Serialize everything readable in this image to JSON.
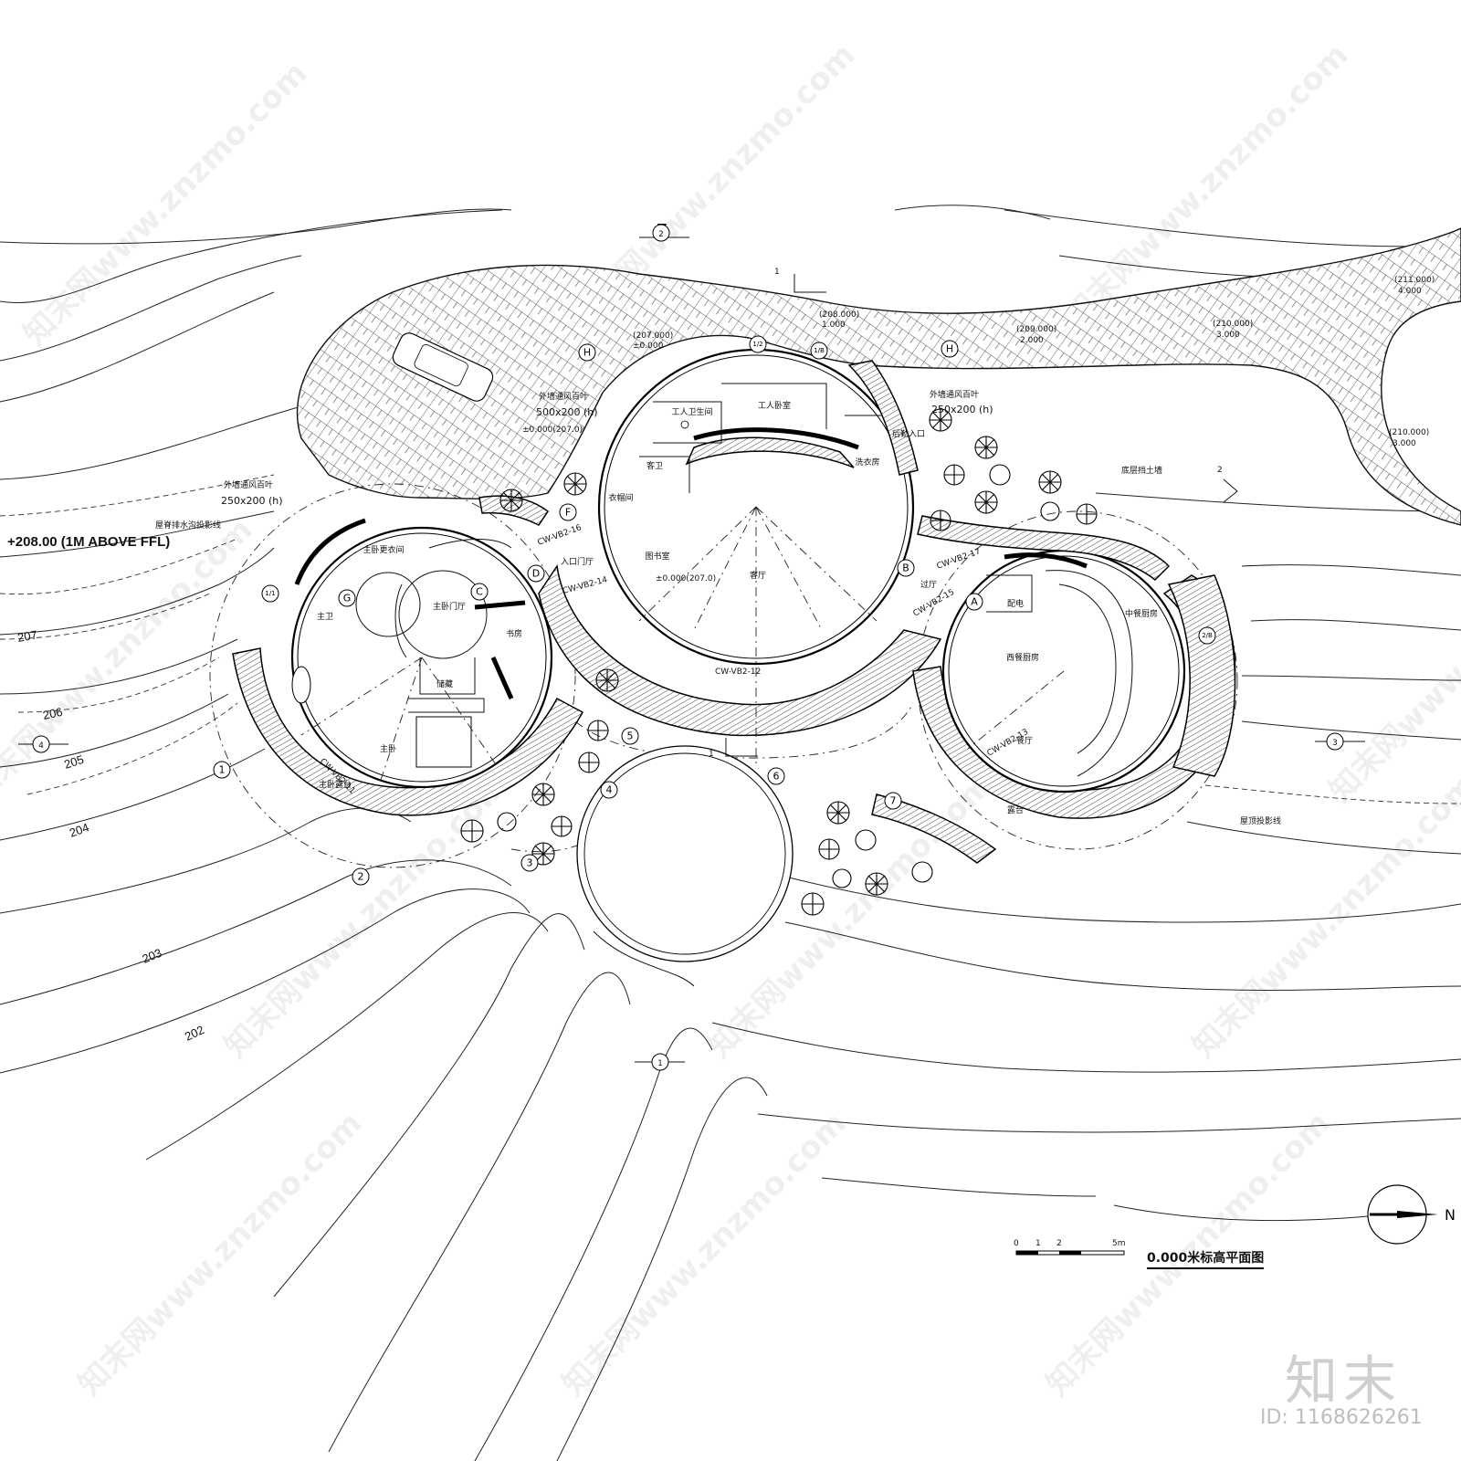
{
  "drawing": {
    "title": "0.000米标高平面图",
    "elevation_note": "+208.00 (1M ABOVE FFL)",
    "scale_bar": {
      "ticks": [
        "0",
        "1",
        "2",
        "5m"
      ]
    },
    "north_arrow_label": "N"
  },
  "brand": {
    "mark": "知末",
    "id_label": "ID: 1168626261",
    "watermark": "知末网www.znzmo.com"
  },
  "contour_labels": [
    "207",
    "206",
    "205",
    "204",
    "203",
    "202"
  ],
  "rooms": {
    "master_dressing": "主卧更衣间",
    "master_bath": "主卫",
    "master_foyer": "主卧门厅",
    "study": "书房",
    "storage": "储藏",
    "master_bedroom": "主卧",
    "master_terrace": "主卧露台",
    "entrance_hall": "入口门厅",
    "library": "图书室",
    "living": "客厅",
    "staff_bath": "工人卫生间",
    "staff_bedroom": "工人卧室",
    "guest_wc": "客卫",
    "cloakroom": "衣帽间",
    "laundry": "洗衣房",
    "back_entry": "后勤入口",
    "corridor": "过厅",
    "pantry": "配电",
    "western_kitchen": "西餐厨房",
    "chinese_kitchen": "中餐厨房",
    "dining": "餐厅",
    "terrace": "露台"
  },
  "annotations": {
    "vent_large": "外墙通风百叶",
    "vent_large_size": "500x200 (h)",
    "vent_right": "外墙通风百叶",
    "vent_right_size": "250x200 (h)",
    "vent_left": "外墙通风百叶",
    "vent_left_size": "250x200 (h)",
    "roof_drain": "屋脊排水沟投影线",
    "retaining_wall": "底层挡土墙",
    "roof_projection": "屋顶投影线",
    "ffl_center": "±0.000(207.0)",
    "ffl_left": "±0.000(207.0)",
    "spot_1": "(207.000)",
    "spot_1b": "±0.000",
    "spot_2": "(208.000)",
    "spot_2b": "1.000",
    "spot_3": "(209.000)",
    "spot_3b": "2.000",
    "spot_4": "(210.000)",
    "spot_4b": "3.000",
    "spot_5": "(211.000)",
    "spot_5b": "4.000",
    "spot_6": "(210.000)",
    "spot_6b": "3.000",
    "cw_11": "CW-VB2-11",
    "cw_12": "CW-VB2-12",
    "cw_13": "CW-VB2-13",
    "cw_14": "CW-VB2-14",
    "cw_15": "CW-VB2-15",
    "cw_16": "CW-VB2-16",
    "cw_17": "CW-VB2-17"
  },
  "grid_axes": [
    "1",
    "2",
    "3",
    "4",
    "5",
    "6",
    "7",
    "A",
    "B",
    "C",
    "D",
    "G",
    "H",
    "H",
    "F",
    "1/2",
    "1/B",
    "2/B",
    "1/1"
  ],
  "section_marks": [
    "2",
    "1",
    "2",
    "1",
    "4",
    "3",
    "1"
  ],
  "colors": {
    "line": "#000000",
    "background": "#ffffff",
    "watermark": "#cfcfcf"
  }
}
